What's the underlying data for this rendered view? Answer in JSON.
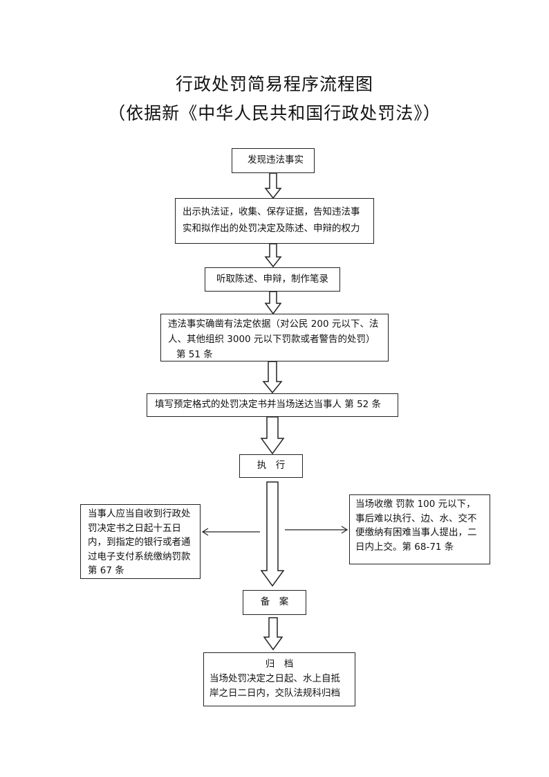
{
  "title": {
    "line1": "行政处罚简易程序流程图",
    "line2": "（依据新《中华人民共和国行政处罚法》）"
  },
  "steps": {
    "discover": "发现违法事实",
    "show_id": "出示执法证，收集、保存证据，告知违法事实和拟作出的处罚决定及陈述、申辩的权力",
    "hear": "听取陈述、申辩，制作笔录",
    "facts": "违法事实确凿有法定依据（对公民 200 元以下、法人、其他组织 3000 元以下罚款或者警告的处罚）",
    "facts_article": "第 51 条",
    "fill_decision": "填写预定格式的处罚决定书并当场送达当事人 第 52 条",
    "execute": "执　行",
    "left_branch": "当事人应当自收到行政处罚决定书之日起十五日内，到指定的银行或者通过电子支付系统缴纳罚款　　第 67 条",
    "right_branch": "当场收缴 罚款 100 元以下，事后难以执行、边、水、交不便缴纳有困难当事人提出，二日内上交。第 68-71 条",
    "record": "备　案",
    "archive_title": "归　档",
    "archive_text": "当场处罚决定之日起、水上自抵岸之日二日内，交队法规科归档"
  }
}
